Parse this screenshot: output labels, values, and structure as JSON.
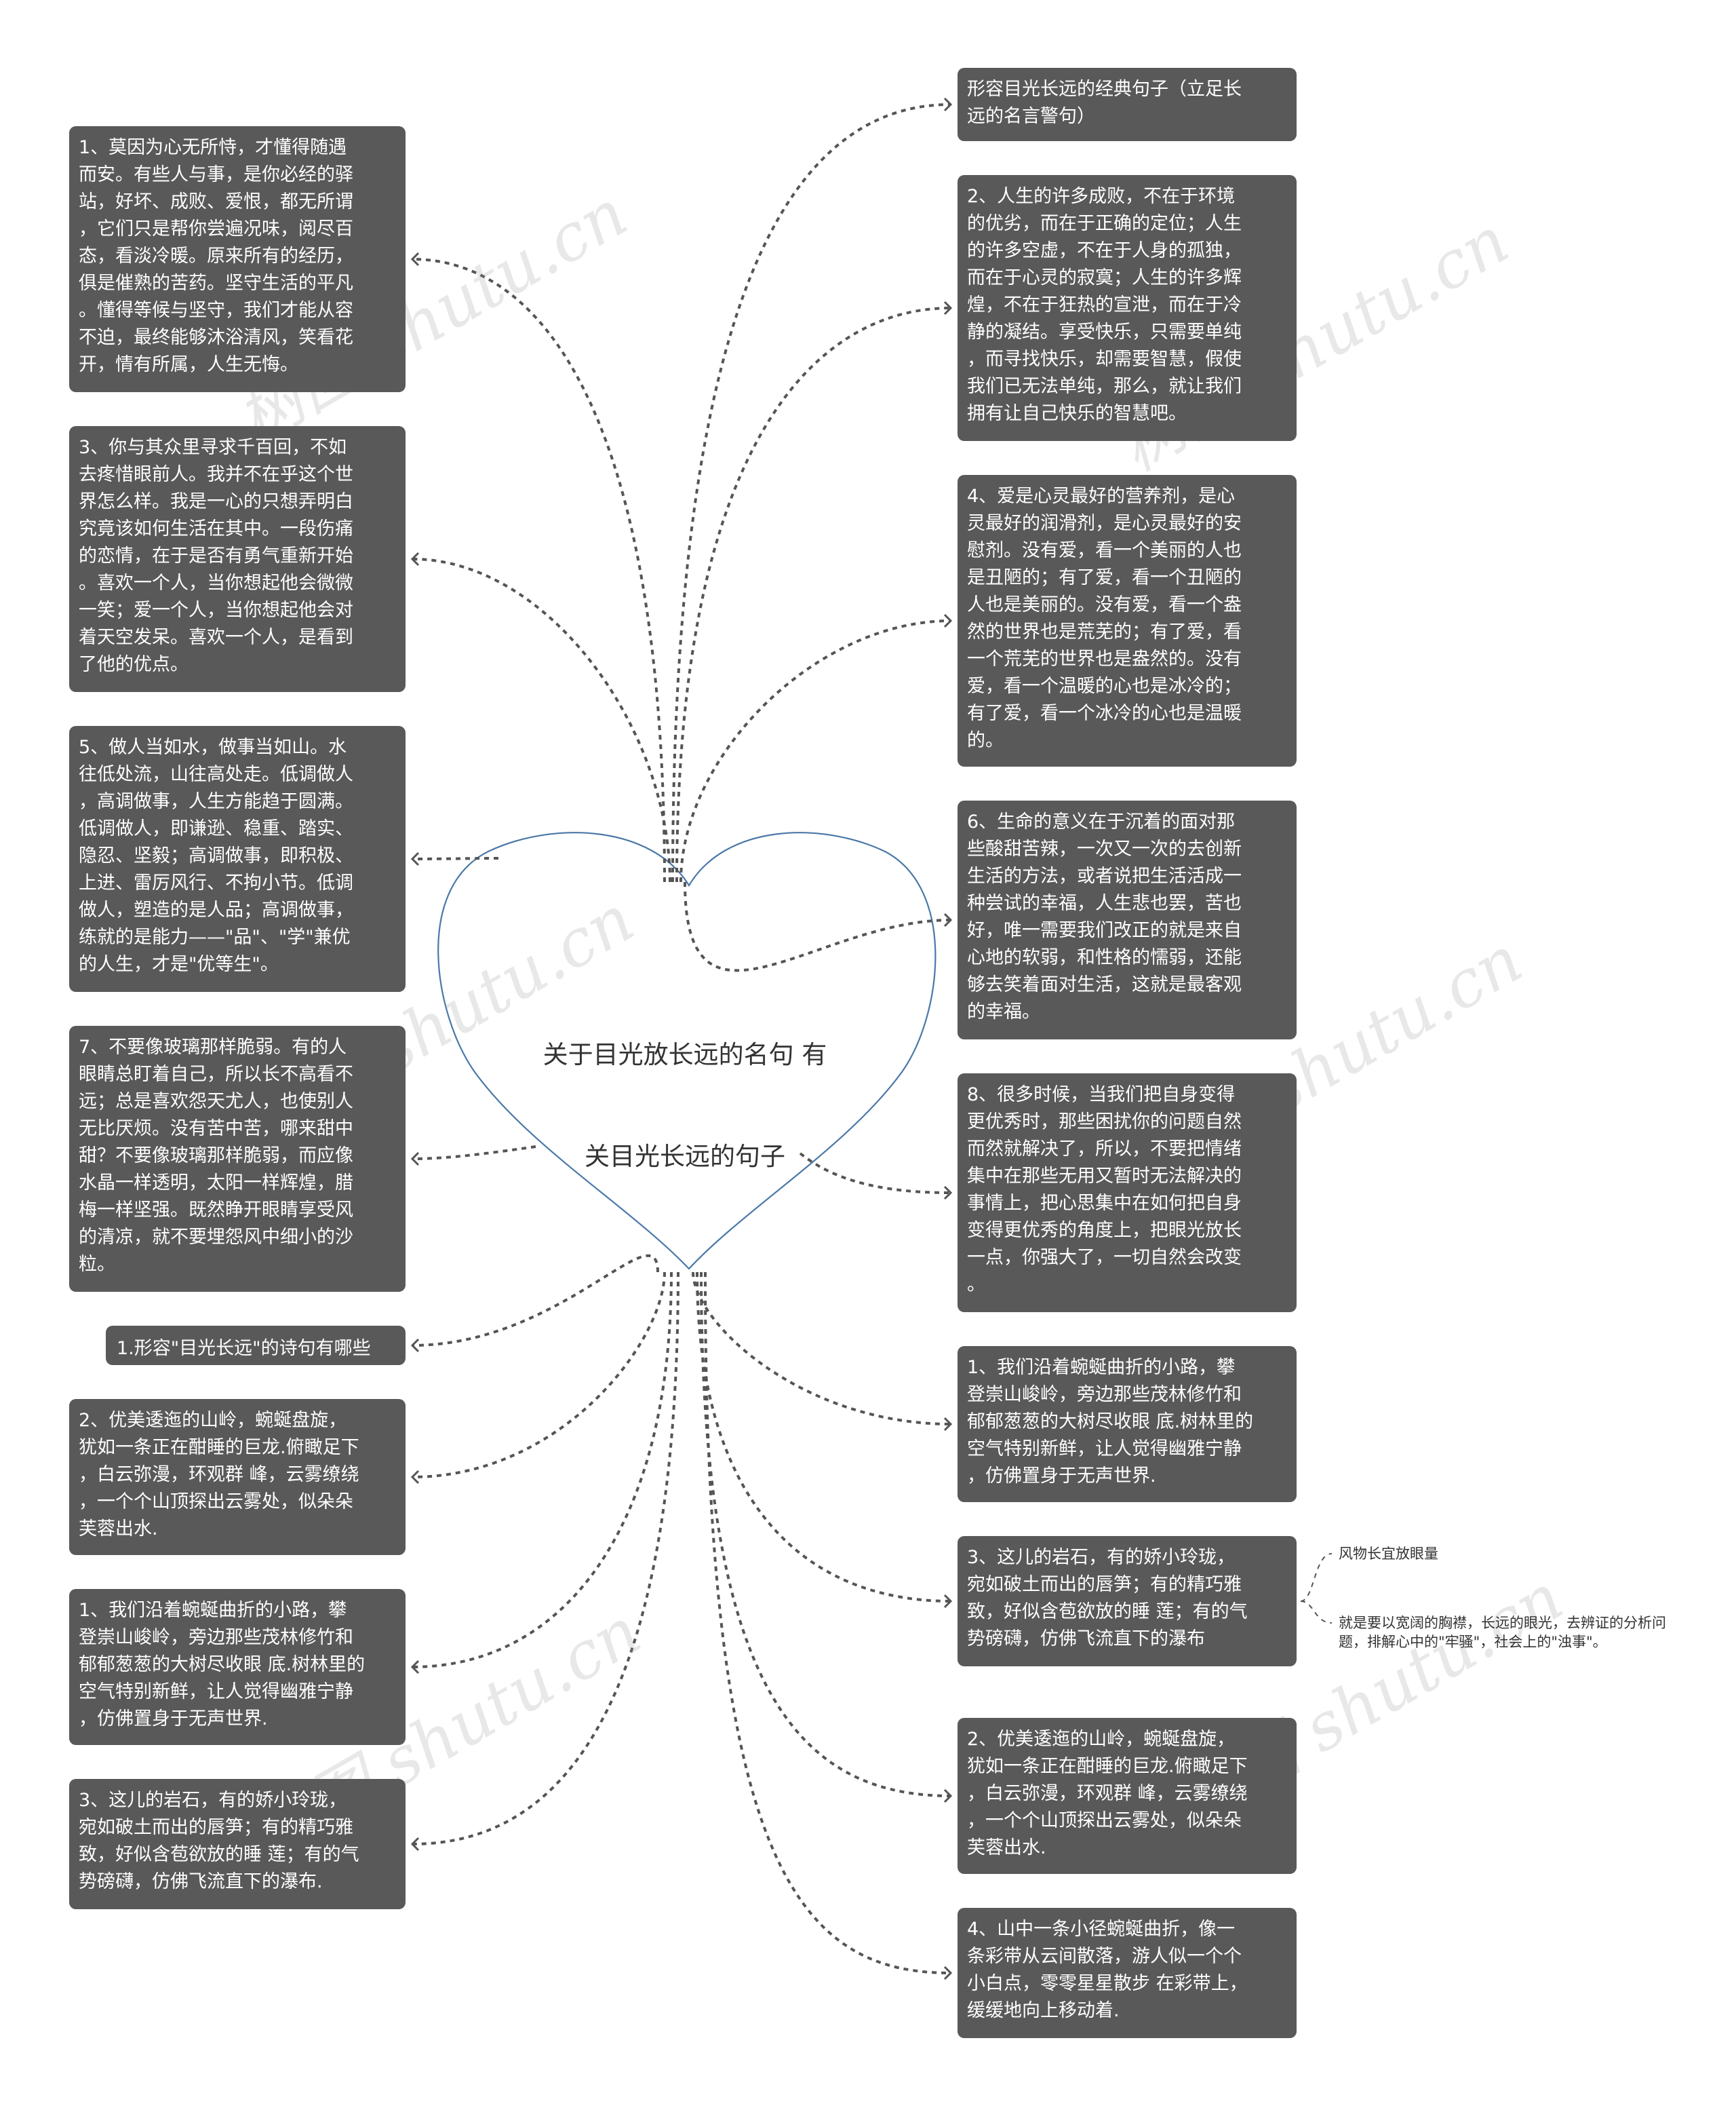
{
  "center": {
    "title_line1": "关于目光放长远的名句 有",
    "title_line2": "关目光长远的句子"
  },
  "watermark": "树图 shutu.cn",
  "left_nodes": [
    {
      "lines": [
        "1、莫因为心无所恃，才懂得随遇",
        "而安。有些人与事，是你必经的驿",
        "站，好坏、成败、爱恨，都无所谓",
        "，它们只是帮你尝遍况味，阅尽百",
        "态，看淡冷暖。原来所有的经历，",
        "俱是催熟的苦药。坚守生活的平凡",
        "。懂得等候与坚守，我们才能从容",
        "不迫，最终能够沐浴清风，笑看花",
        "开，情有所属，人生无悔。"
      ]
    },
    {
      "lines": [
        "3、你与其众里寻求千百回，不如",
        "去疼惜眼前人。我并不在乎这个世",
        "界怎么样。我是一心的只想弄明白",
        "究竟该如何生活在其中。一段伤痛",
        "的恋情，在于是否有勇气重新开始",
        "。喜欢一个人，当你想起他会微微",
        "一笑；爱一个人，当你想起他会对",
        "着天空发呆。喜欢一个人，是看到",
        "了他的优点。"
      ]
    },
    {
      "lines": [
        "5、做人当如水，做事当如山。水",
        "往低处流，山往高处走。低调做人",
        "，高调做事，人生方能趋于圆满。",
        "低调做人，即谦逊、稳重、踏实、",
        "隐忍、坚毅；高调做事，即积极、",
        "上进、雷厉风行、不拘小节。低调",
        "做人，塑造的是人品；高调做事，",
        "练就的是能力——\"品\"、\"学\"兼优",
        "的人生，才是\"优等生\"。"
      ]
    },
    {
      "lines": [
        "7、不要像玻璃那样脆弱。有的人",
        "眼睛总盯着自己，所以长不高看不",
        "远；总是喜欢怨天尤人，也使别人",
        "无比厌烦。没有苦中苦，哪来甜中",
        "甜？不要像玻璃那样脆弱，而应像",
        "水晶一样透明，太阳一样辉煌，腊",
        "梅一样坚强。既然睁开眼睛享受风",
        "的清凉，就不要埋怨风中细小的沙",
        "粒。"
      ]
    },
    {
      "lines": [
        "1.形容\"目光长远\"的诗句有哪些"
      ]
    },
    {
      "lines": [
        "2、优美逶迤的山岭，蜿蜒盘旋，",
        "犹如一条正在酣睡的巨龙.俯瞰足下",
        "，白云弥漫，环观群 峰，云雾缭绕",
        "，一个个山顶探出云雾处，似朵朵",
        "芙蓉出水."
      ]
    },
    {
      "lines": [
        "1、我们沿着蜿蜒曲折的小路，攀",
        "登崇山峻岭，旁边那些茂林修竹和",
        "郁郁葱葱的大树尽收眼 底.树林里的",
        "空气特别新鲜，让人觉得幽雅宁静",
        "，仿佛置身于无声世界."
      ]
    },
    {
      "lines": [
        "3、这儿的岩石，有的娇小玲珑，",
        "宛如破土而出的唇笋；有的精巧雅",
        "致，好似含苞欲放的睡 莲；有的气",
        "势磅礴，仿佛飞流直下的瀑布."
      ]
    }
  ],
  "right_nodes": [
    {
      "lines": [
        "形容目光长远的经典句子（立足长",
        "远的名言警句）"
      ]
    },
    {
      "lines": [
        "2、人生的许多成败，不在于环境",
        "的优劣，而在于正确的定位；人生",
        "的许多空虚，不在于人身的孤独，",
        "而在于心灵的寂寞；人生的许多辉",
        "煌，不在于狂热的宣泄，而在于冷",
        "静的凝结。享受快乐，只需要单纯",
        "，而寻找快乐，却需要智慧，假使",
        "我们已无法单纯，那么，就让我们",
        "拥有让自己快乐的智慧吧。"
      ]
    },
    {
      "lines": [
        "4、爱是心灵最好的营养剂，是心",
        "灵最好的润滑剂，是心灵最好的安",
        "慰剂。没有爱，看一个美丽的人也",
        "是丑陋的；有了爱，看一个丑陋的",
        "人也是美丽的。没有爱，看一个盎",
        "然的世界也是荒芜的；有了爱，看",
        "一个荒芜的世界也是盎然的。没有",
        "爱，看一个温暖的心也是冰冷的；",
        "有了爱，看一个冰冷的心也是温暖",
        "的。"
      ]
    },
    {
      "lines": [
        "6、生命的意义在于沉着的面对那",
        "些酸甜苦辣，一次又一次的去创新",
        "生活的方法，或者说把生活活成一",
        "种尝试的幸福，人生悲也罢，苦也",
        "好，唯一需要我们改正的就是来自",
        "心地的软弱，和性格的懦弱，还能",
        "够去笑着面对生活，这就是最客观",
        "的幸福。"
      ]
    },
    {
      "lines": [
        "8、很多时候，当我们把自身变得",
        "更优秀时，那些困扰你的问题自然",
        "而然就解决了，所以，不要把情绪",
        "集中在那些无用又暂时无法解决的",
        "事情上，把心思集中在如何把自身",
        "变得更优秀的角度上，把眼光放长",
        "一点，你强大了，一切自然会改变",
        "。"
      ]
    },
    {
      "lines": [
        "1、我们沿着蜿蜒曲折的小路，攀",
        "登崇山峻岭，旁边那些茂林修竹和",
        "郁郁葱葱的大树尽收眼 底.树林里的",
        "空气特别新鲜，让人觉得幽雅宁静",
        "，仿佛置身于无声世界."
      ]
    },
    {
      "lines": [
        "3、这儿的岩石，有的娇小玲珑，",
        "宛如破土而出的唇笋；有的精巧雅",
        "致，好似含苞欲放的睡 莲；有的气",
        "势磅礴，仿佛飞流直下的瀑布"
      ]
    },
    {
      "lines": [
        "2、优美逶迤的山岭，蜿蜒盘旋，",
        "犹如一条正在酣睡的巨龙.俯瞰足下",
        "，白云弥漫，环观群 峰，云雾缭绕",
        "，一个个山顶探出云雾处，似朵朵",
        "芙蓉出水."
      ]
    },
    {
      "lines": [
        "4、山中一条小径蜿蜒曲折，像一",
        "条彩带从云间散落，游人似一个个",
        "小白点，零零星星散步 在彩带上，",
        "缓缓地向上移动着."
      ]
    }
  ],
  "leaf_nodes": [
    {
      "text": "风物长宜放眼量"
    },
    {
      "text": "就是要以宽阔的胸襟，长远的眼光，去辨证的分析问题，排解心中的\"牢骚\"，社会上的\"浊事\"。"
    }
  ],
  "colors": {
    "node_bg": "#595959",
    "node_text": "#ffffff",
    "heart_stroke": "#4a78a8",
    "connector": "#555555"
  }
}
